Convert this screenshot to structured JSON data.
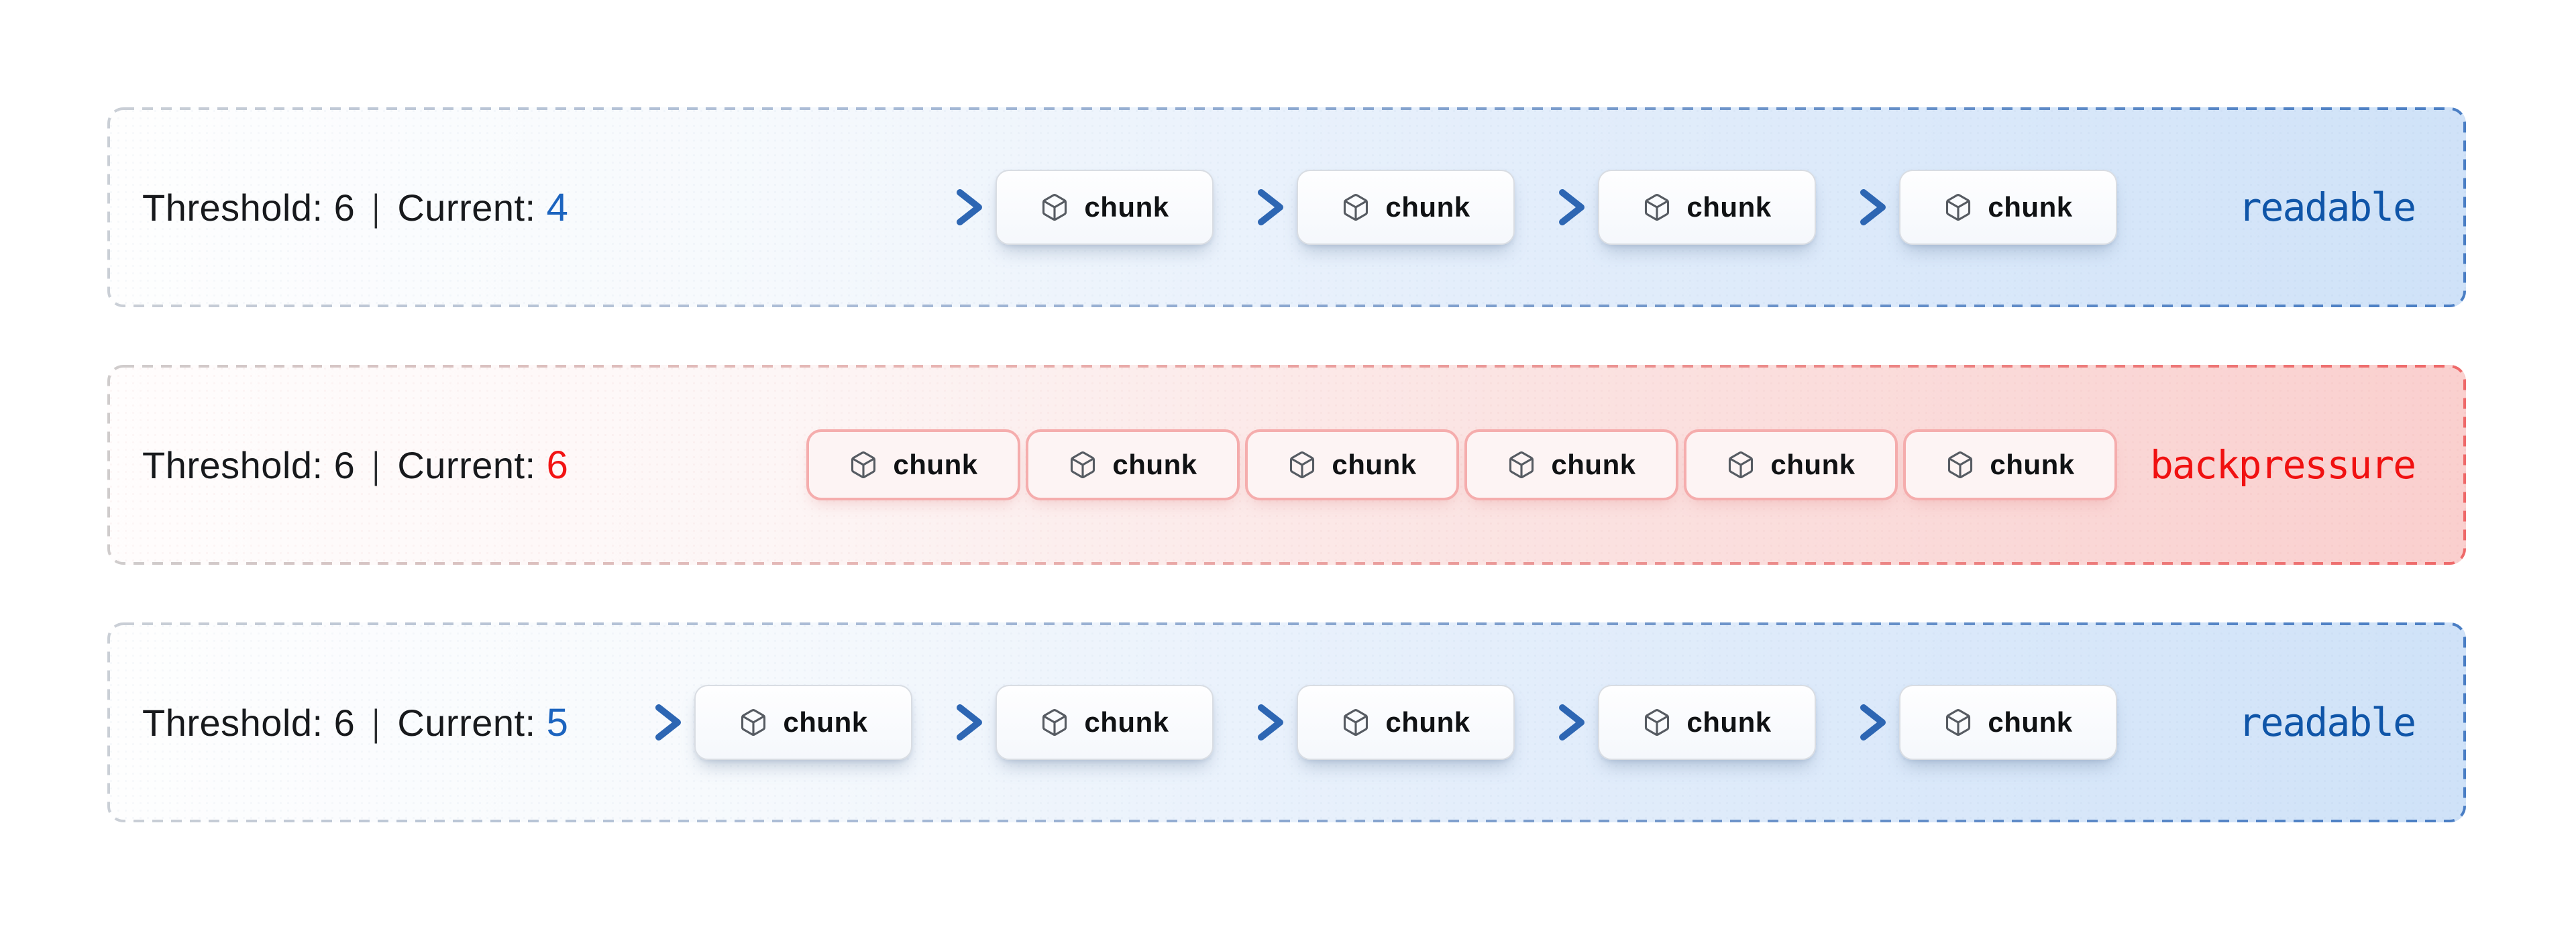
{
  "palette": {
    "blue_value": "#1c64bf",
    "blue_status": "#0f55a8",
    "red_value": "#f21313",
    "red_status": "#f01111",
    "arrow_blue": "#2d66b3",
    "cube_gray": "#565b62",
    "blue_row_bg_end": "#cfe2f8",
    "red_row_bg_end": "#facfce",
    "blue_border_end": "#4a7ec4",
    "red_border_end": "#ee6969"
  },
  "icons": {
    "chunk_icon": "box-icon",
    "flow_icon": "arrow-right-icon"
  },
  "rows": [
    {
      "state": "readable",
      "header": {
        "threshold": "Threshold: 6",
        "divider": "|",
        "current_label": "Current:",
        "current_value": "4"
      },
      "chunks": [
        "chunk",
        "chunk",
        "chunk",
        "chunk"
      ],
      "has_flow_arrows": true,
      "status": "readable"
    },
    {
      "state": "backpressure",
      "header": {
        "threshold": "Threshold: 6",
        "divider": "|",
        "current_label": "Current:",
        "current_value": "6"
      },
      "chunks": [
        "chunk",
        "chunk",
        "chunk",
        "chunk",
        "chunk",
        "chunk"
      ],
      "has_flow_arrows": false,
      "status": "backpressure"
    },
    {
      "state": "readable",
      "header": {
        "threshold": "Threshold: 6",
        "divider": "|",
        "current_label": "Current:",
        "current_value": "5"
      },
      "chunks": [
        "chunk",
        "chunk",
        "chunk",
        "chunk",
        "chunk"
      ],
      "has_flow_arrows": true,
      "status": "readable"
    }
  ]
}
